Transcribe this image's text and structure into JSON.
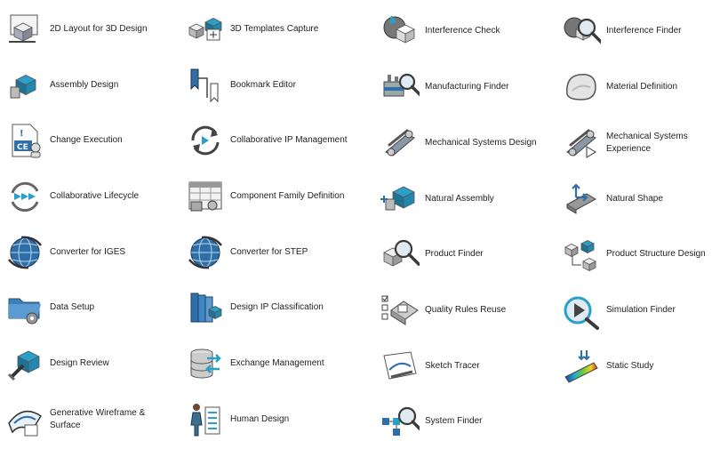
{
  "colors": {
    "text": "#222222",
    "steel": "#8a98a6",
    "blue": "#2f6fa8",
    "teal": "#2a9fc9",
    "cube_light": "#e6e6e6",
    "background": "#ffffff"
  },
  "apps": [
    {
      "label": "2D Layout for 3D Design",
      "icon": "2d-layout-icon"
    },
    {
      "label": "Assembly Design",
      "icon": "assembly-design-icon"
    },
    {
      "label": "Change Execution",
      "icon": "change-execution-icon"
    },
    {
      "label": "Collaborative Lifecycle",
      "icon": "collaborative-lifecycle-icon"
    },
    {
      "label": "Converter for IGES",
      "icon": "globe-converter-icon"
    },
    {
      "label": "Data Setup",
      "icon": "folder-gear-icon"
    },
    {
      "label": "Design Review",
      "icon": "design-review-icon"
    },
    {
      "label": "Generative Wireframe & Surface",
      "icon": "wireframe-surface-icon"
    },
    {
      "label": "3D Templates Capture",
      "icon": "templates-capture-icon"
    },
    {
      "label": "Bookmark Editor",
      "icon": "bookmark-icon"
    },
    {
      "label": "Collaborative IP Management",
      "icon": "refresh-arrows-icon"
    },
    {
      "label": "Component Family Definition",
      "icon": "component-family-icon"
    },
    {
      "label": "Converter for STEP",
      "icon": "globe-converter-icon"
    },
    {
      "label": "Design IP Classification",
      "icon": "ip-classification-icon"
    },
    {
      "label": "Exchange Management",
      "icon": "database-exchange-icon"
    },
    {
      "label": "Human Design",
      "icon": "human-design-icon"
    },
    {
      "label": "Interference Check",
      "icon": "interference-check-icon"
    },
    {
      "label": "Manufacturing Finder",
      "icon": "manufacturing-finder-icon"
    },
    {
      "label": "Mechanical Systems Design",
      "icon": "mechanical-linkage-icon"
    },
    {
      "label": "Natural Assembly",
      "icon": "natural-assembly-icon"
    },
    {
      "label": "Product Finder",
      "icon": "product-finder-icon"
    },
    {
      "label": "Quality Rules Reuse",
      "icon": "quality-rules-icon"
    },
    {
      "label": "Sketch Tracer",
      "icon": "sketch-tracer-icon"
    },
    {
      "label": "System Finder",
      "icon": "system-finder-icon"
    },
    {
      "label": "Interference Finder",
      "icon": "interference-finder-icon"
    },
    {
      "label": "Material Definition",
      "icon": "material-definition-icon"
    },
    {
      "label": "Mechanical Systems Experience",
      "icon": "mechanical-experience-icon"
    },
    {
      "label": "Natural Shape",
      "icon": "natural-shape-icon"
    },
    {
      "label": "Product Structure Design",
      "icon": "product-structure-icon"
    },
    {
      "label": "Simulation Finder",
      "icon": "simulation-finder-icon"
    },
    {
      "label": "Static Study",
      "icon": "static-study-icon"
    }
  ]
}
